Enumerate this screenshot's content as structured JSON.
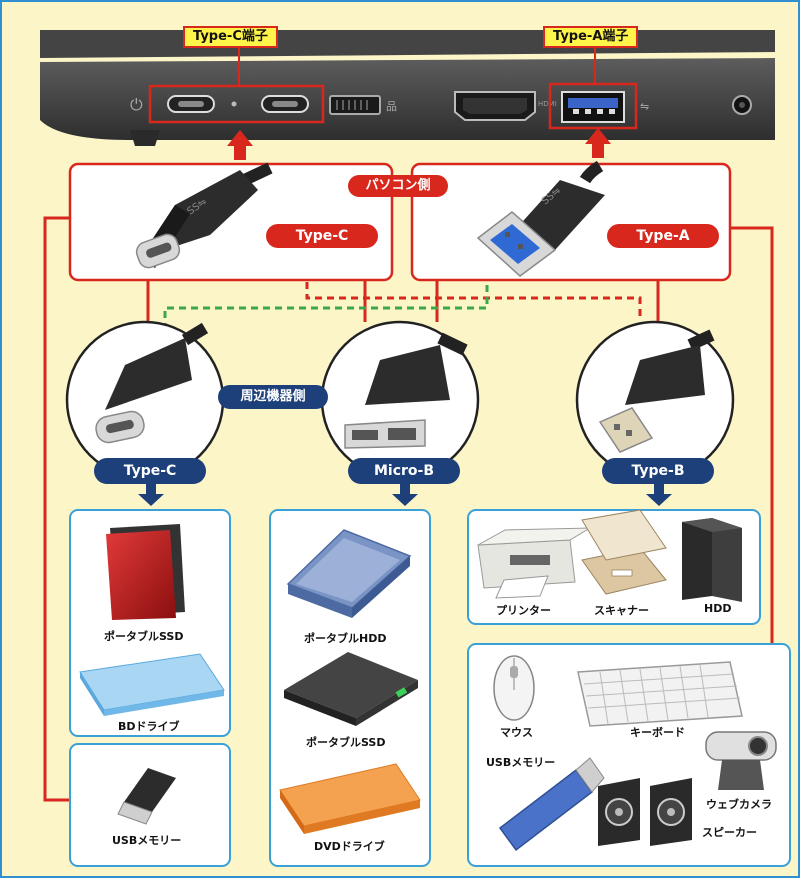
{
  "laptop_ports": {
    "typec_tag": "Type-C端子",
    "typea_tag": "Type-A端子",
    "hdmi_mark": "HDMI"
  },
  "pc_side": {
    "label": "パソコン側",
    "typec_label": "Type-C",
    "typea_label": "Type-A"
  },
  "device_side": {
    "label": "周辺機器側",
    "typec_label": "Type-C",
    "microb_label": "Micro-B",
    "typeb_label": "Type-B"
  },
  "devices": {
    "typec": [
      "ポータブルSSD",
      "BDドライブ"
    ],
    "typec_usb": [
      "USBメモリー"
    ],
    "microb": [
      "ポータブルHDD",
      "ポータブルSSD",
      "DVDドライブ"
    ],
    "typeb": [
      "プリンター",
      "スキャナー",
      "HDD"
    ],
    "typea": [
      "マウス",
      "キーボード",
      "USBメモリー",
      "ウェブカメラ",
      "スピーカー"
    ]
  },
  "colors": {
    "red_line": "#d8281e",
    "green_dashed": "#3aa84a",
    "navy_label": "#1d3f7a",
    "panel_border": "#3aa0d8",
    "background": "#fbf5c8"
  }
}
